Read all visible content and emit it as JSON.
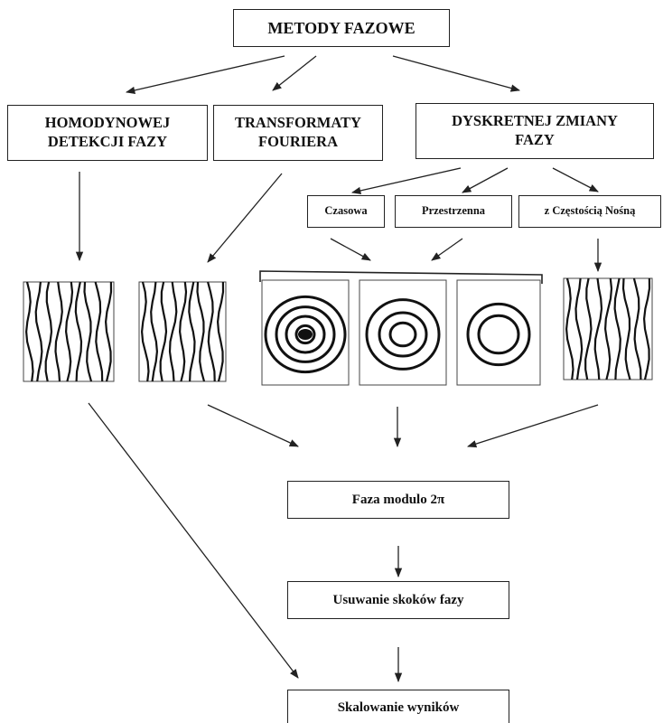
{
  "diagram": {
    "root": "METODY FAZOWE",
    "methods": [
      {
        "line1": "HOMODYNOWEJ",
        "line2": "DETEKCJI FAZY"
      },
      {
        "line1": "TRANSFORMATY",
        "line2": "FOURIERA"
      },
      {
        "line1": "DYSKRETNEJ ZMIANY",
        "line2": "FAZY"
      }
    ],
    "submethods": [
      "Czasowa",
      "Przestrzenna",
      "z Częstością Nośną"
    ],
    "steps": [
      "Faza modulo 2π",
      "Usuwanie skoków fazy",
      "Skalowanie wyników"
    ],
    "fringe_patterns": [
      {
        "kind": "vertical-fringes"
      },
      {
        "kind": "vertical-fringes"
      },
      {
        "kind": "concentric-rings"
      },
      {
        "kind": "concentric-rings"
      },
      {
        "kind": "concentric-rings"
      },
      {
        "kind": "vertical-fringes"
      }
    ]
  }
}
